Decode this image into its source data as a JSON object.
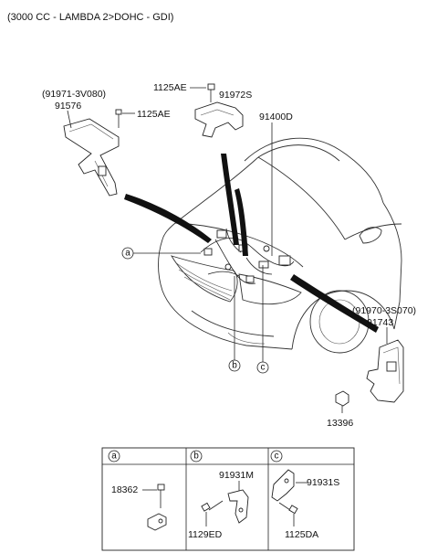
{
  "header": {
    "engine_spec": "(3000 CC - LAMBDA 2>DOHC - GDI)"
  },
  "callouts": {
    "bracket_left": {
      "alt_code": "(91971-3V080)",
      "part": "91576",
      "bolt": "1125AE"
    },
    "top_center": {
      "bolt": "1125AE",
      "part": "91972S"
    },
    "main_harness": {
      "part": "91400D"
    },
    "right_bracket": {
      "alt_code": "(91970-3S070)",
      "part": "91743",
      "nut": "13396"
    }
  },
  "locators": {
    "a": "a",
    "b": "b",
    "c": "c"
  },
  "detail_table": {
    "a": {
      "tag": "a",
      "parts": [
        "18362"
      ]
    },
    "b": {
      "tag": "b",
      "parts": [
        "91931M",
        "1129ED"
      ]
    },
    "c": {
      "tag": "c",
      "parts": [
        "91931S",
        "1125DA"
      ]
    }
  }
}
